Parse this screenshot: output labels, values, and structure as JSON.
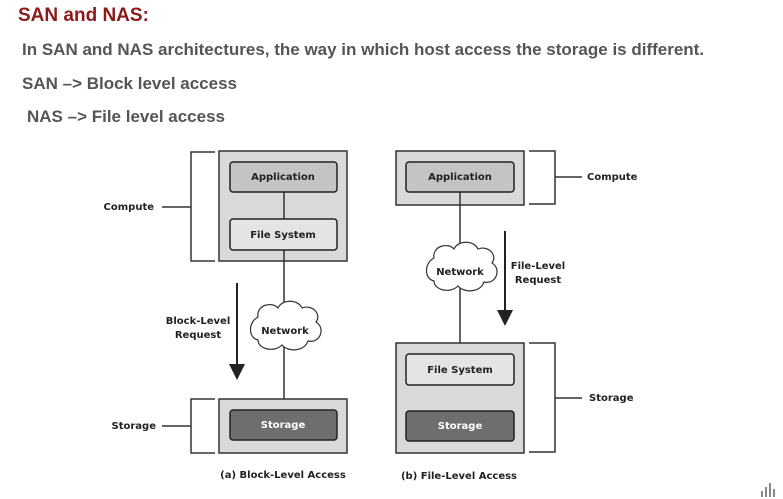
{
  "slide": {
    "title": "SAN and NAS:",
    "lines": [
      "In SAN and NAS architectures, the way in which host access the storage is different.",
      "SAN –> Block level access",
      "NAS –> File level access"
    ]
  },
  "diagram": {
    "block": {
      "application": "Application",
      "file_system": "File System",
      "network": "Network",
      "storage": "Storage",
      "compute_label": "Compute",
      "storage_label": "Storage",
      "request_label_1": "Block-Level",
      "request_label_2": "Request",
      "caption": "(a) Block-Level Access"
    },
    "file": {
      "application": "Application",
      "file_system": "File System",
      "network": "Network",
      "storage": "Storage",
      "compute_label": "Compute",
      "storage_label": "Storage",
      "request_label_1": "File-Level",
      "request_label_2": "Request",
      "caption": "(b) File-Level Access"
    }
  },
  "colors": {
    "title": "#8b1a1a",
    "text": "#555555",
    "panel_fill": "#d9d9d9",
    "box_fill": "#c4c4c4",
    "storage_fill": "#6e6e6e"
  }
}
